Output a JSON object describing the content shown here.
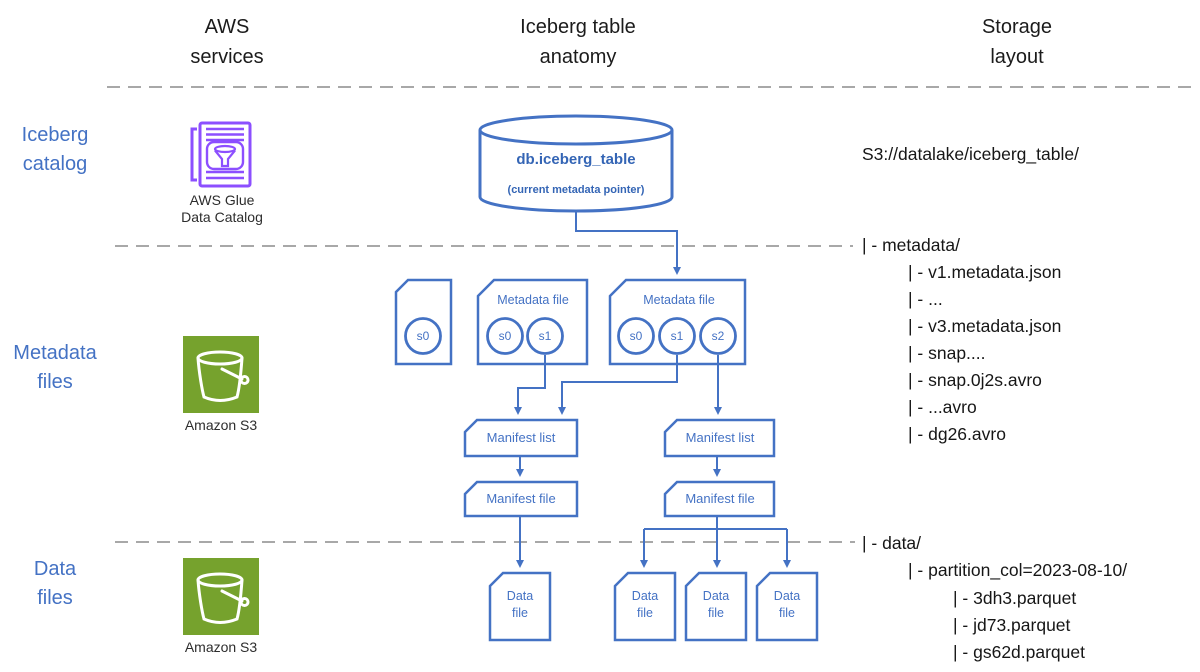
{
  "headers": {
    "services": "AWS\nservices",
    "anatomy": "Iceberg table\nanatomy",
    "storage": "Storage\nlayout"
  },
  "row_labels": {
    "catalog": "Iceberg\ncatalog",
    "metadata": "Metadata\nfiles",
    "data": "Data\nfiles"
  },
  "aws_icons": {
    "glue_caption": "AWS Glue\nData Catalog",
    "s3_caption_metadata": "Amazon S3",
    "s3_caption_data": "Amazon S3"
  },
  "catalog_node": {
    "table_name": "db.iceberg_table",
    "pointer_note": "(current metadata pointer)"
  },
  "anatomy": {
    "metadata_files": [
      {
        "snapshots": [
          "s0"
        ]
      },
      {
        "label": "Metadata file",
        "snapshots": [
          "s0",
          "s1"
        ]
      },
      {
        "label": "Metadata file",
        "snapshots": [
          "s0",
          "s1",
          "s2"
        ]
      }
    ],
    "manifest_lists": [
      "Manifest list",
      "Manifest list"
    ],
    "manifest_files": [
      "Manifest file",
      "Manifest file"
    ],
    "data_files": [
      "Data\nfile",
      "Data\nfile",
      "Data\nfile",
      "Data\nfile"
    ]
  },
  "storage": {
    "root_path": "S3://datalake/iceberg_table/",
    "metadata_tree": [
      "| - metadata/",
      "| - v1.metadata.json",
      "| - ...",
      "| - v3.metadata.json",
      "| - snap....",
      "| - snap.0j2s.avro",
      "| - ...avro",
      "| - dg26.avro"
    ],
    "data_tree": [
      "| - data/",
      "| - partition_col=2023-08-10/",
      "| - 3dh3.parquet",
      "| - jd73.parquet",
      "| - gs62d.parquet"
    ]
  },
  "colors": {
    "diagram_blue": "#4472C4",
    "glue_purple": "#8C4FFF",
    "s3_green": "#76A22D",
    "dash_gray": "#8C8C8C"
  }
}
